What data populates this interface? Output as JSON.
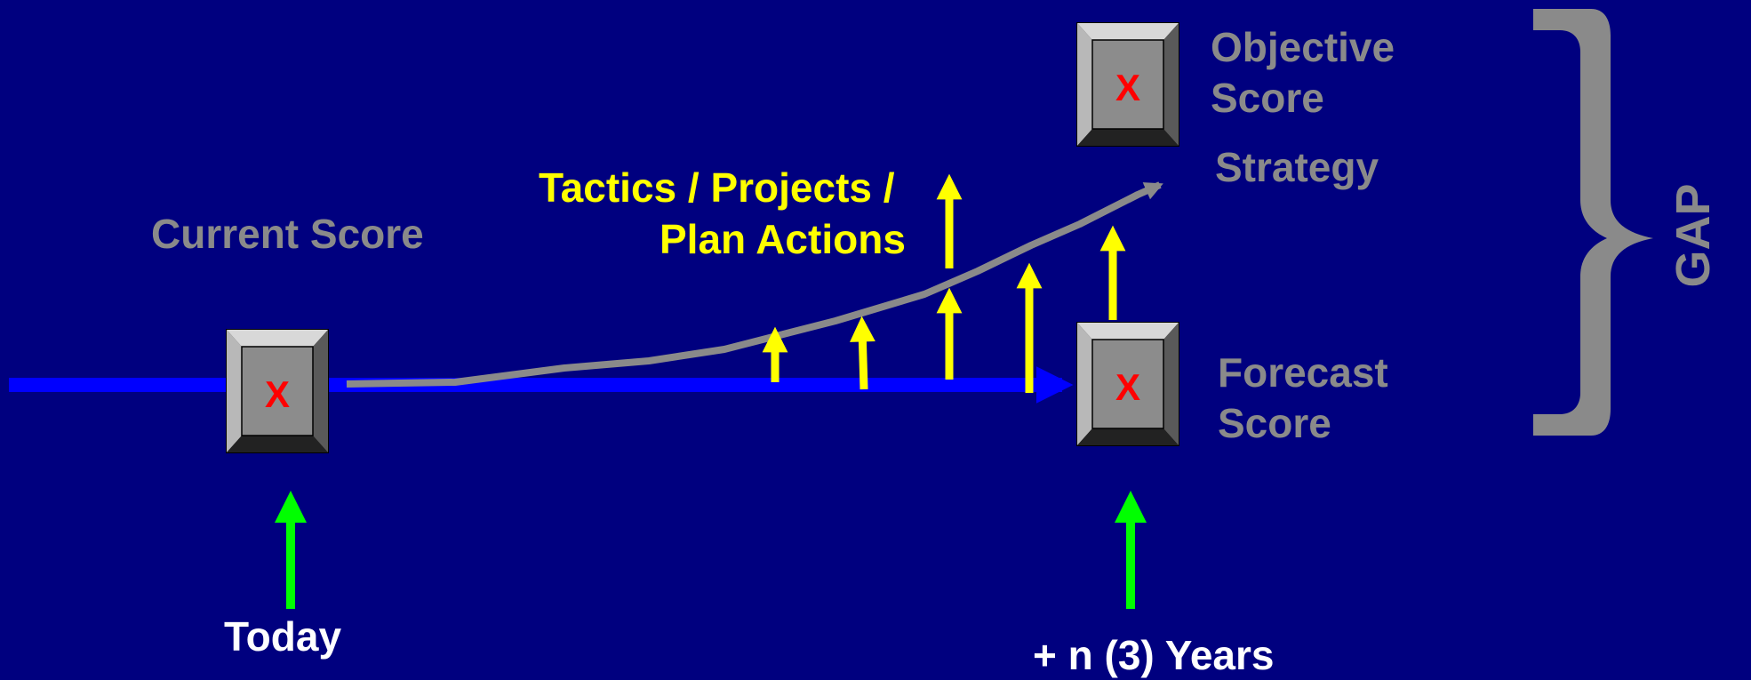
{
  "labels": {
    "current_score": "Current Score",
    "objective_score_line1": "Objective",
    "objective_score_line2": "Score",
    "strategy": "Strategy",
    "forecast_score_line1": "Forecast",
    "forecast_score_line2": "Score",
    "tactics_line1": "Tactics / Projects /",
    "tactics_line2": "Plan Actions",
    "today": "Today",
    "future": "+ n (3) Years",
    "gap": "GAP"
  },
  "score_box_mark": "X",
  "colors": {
    "background": "#00007f",
    "timeline": "#0000ff",
    "strategy_curve": "#8a8a8a",
    "action_arrows": "#ffff00",
    "time_markers": "#00ff00",
    "box_mark": "#ff0000",
    "muted_text": "#8a8a8a"
  }
}
